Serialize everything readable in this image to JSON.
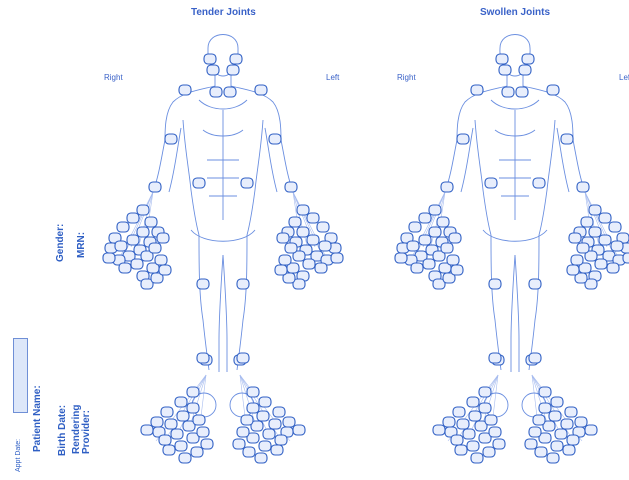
{
  "diagrams": {
    "tender": {
      "title": "Tender Joints",
      "right_label": "Right",
      "left_label": "Left"
    },
    "swollen": {
      "title": "Swollen Joints",
      "right_label": "Right",
      "left_label": "Lef"
    }
  },
  "patient_fields": {
    "appt_date": "Appt Date:",
    "patient_name": "Patient Name:",
    "birth_date": "Birth Date:",
    "rendering_provider_line1": "Rendering",
    "rendering_provider_line2": "Provider:",
    "gender": "Gender:",
    "mrn": "MRN:"
  },
  "colors": {
    "line": "#6b8fe0",
    "joint_outline": "#2f5fc4",
    "label": "#2f5fc4"
  }
}
